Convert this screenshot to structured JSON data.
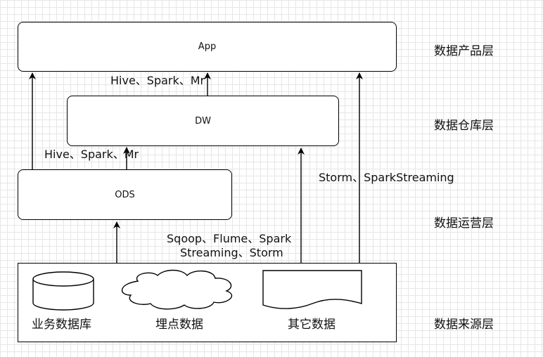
{
  "boxes": {
    "app": "App",
    "dw": "DW",
    "ods": "ODS"
  },
  "edge_labels": {
    "dw_to_app": "Hive、Spark、Mr",
    "ods_to_dw": "Hive、Spark、Mr",
    "source_to_ods_line1": "Sqoop、Flume、Spark",
    "source_to_ods_line2": "Streaming、Storm",
    "source_to_dw": "Storm、SparkStreaming"
  },
  "sources": {
    "database": "业务数据库",
    "tracking": "埋点数据",
    "other": "其它数据"
  },
  "layers": {
    "product": "数据产品层",
    "warehouse": "数据仓库层",
    "operation": "数据运营层",
    "source": "数据来源层"
  }
}
